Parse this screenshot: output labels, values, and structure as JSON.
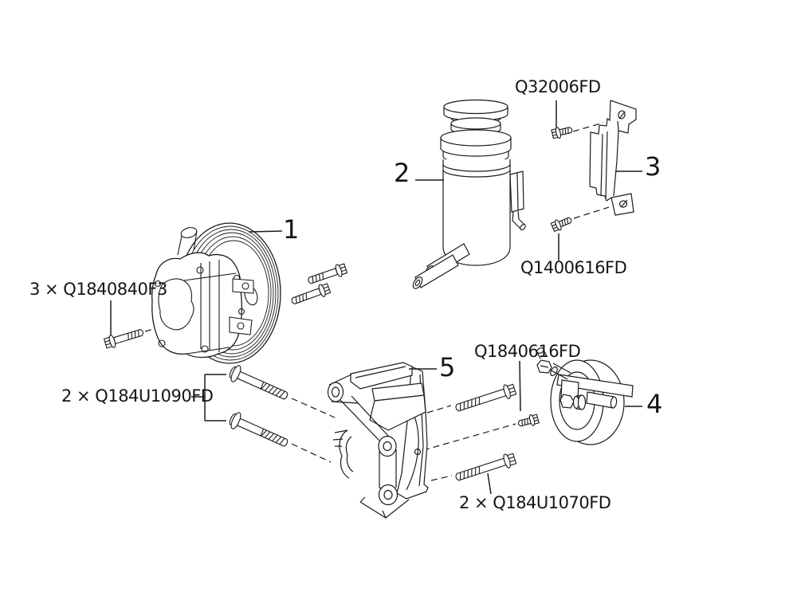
{
  "diagram": {
    "callouts": {
      "c1": "1",
      "c2": "2",
      "c3": "3",
      "c4": "4",
      "c5": "5"
    },
    "part_codes": {
      "q32006fd": "Q32006FD",
      "q1400616fd": "Q1400616FD",
      "q1840840f3": "3 × Q1840840F3",
      "q184u1090fd": "2 × Q184U1090FD",
      "q1840616fd": "Q1840616FD",
      "q184u1070fd": "2 × Q184U1070FD"
    },
    "colors": {
      "background": "#ffffff",
      "line": "#1b1b1b",
      "text": "#151515"
    }
  }
}
